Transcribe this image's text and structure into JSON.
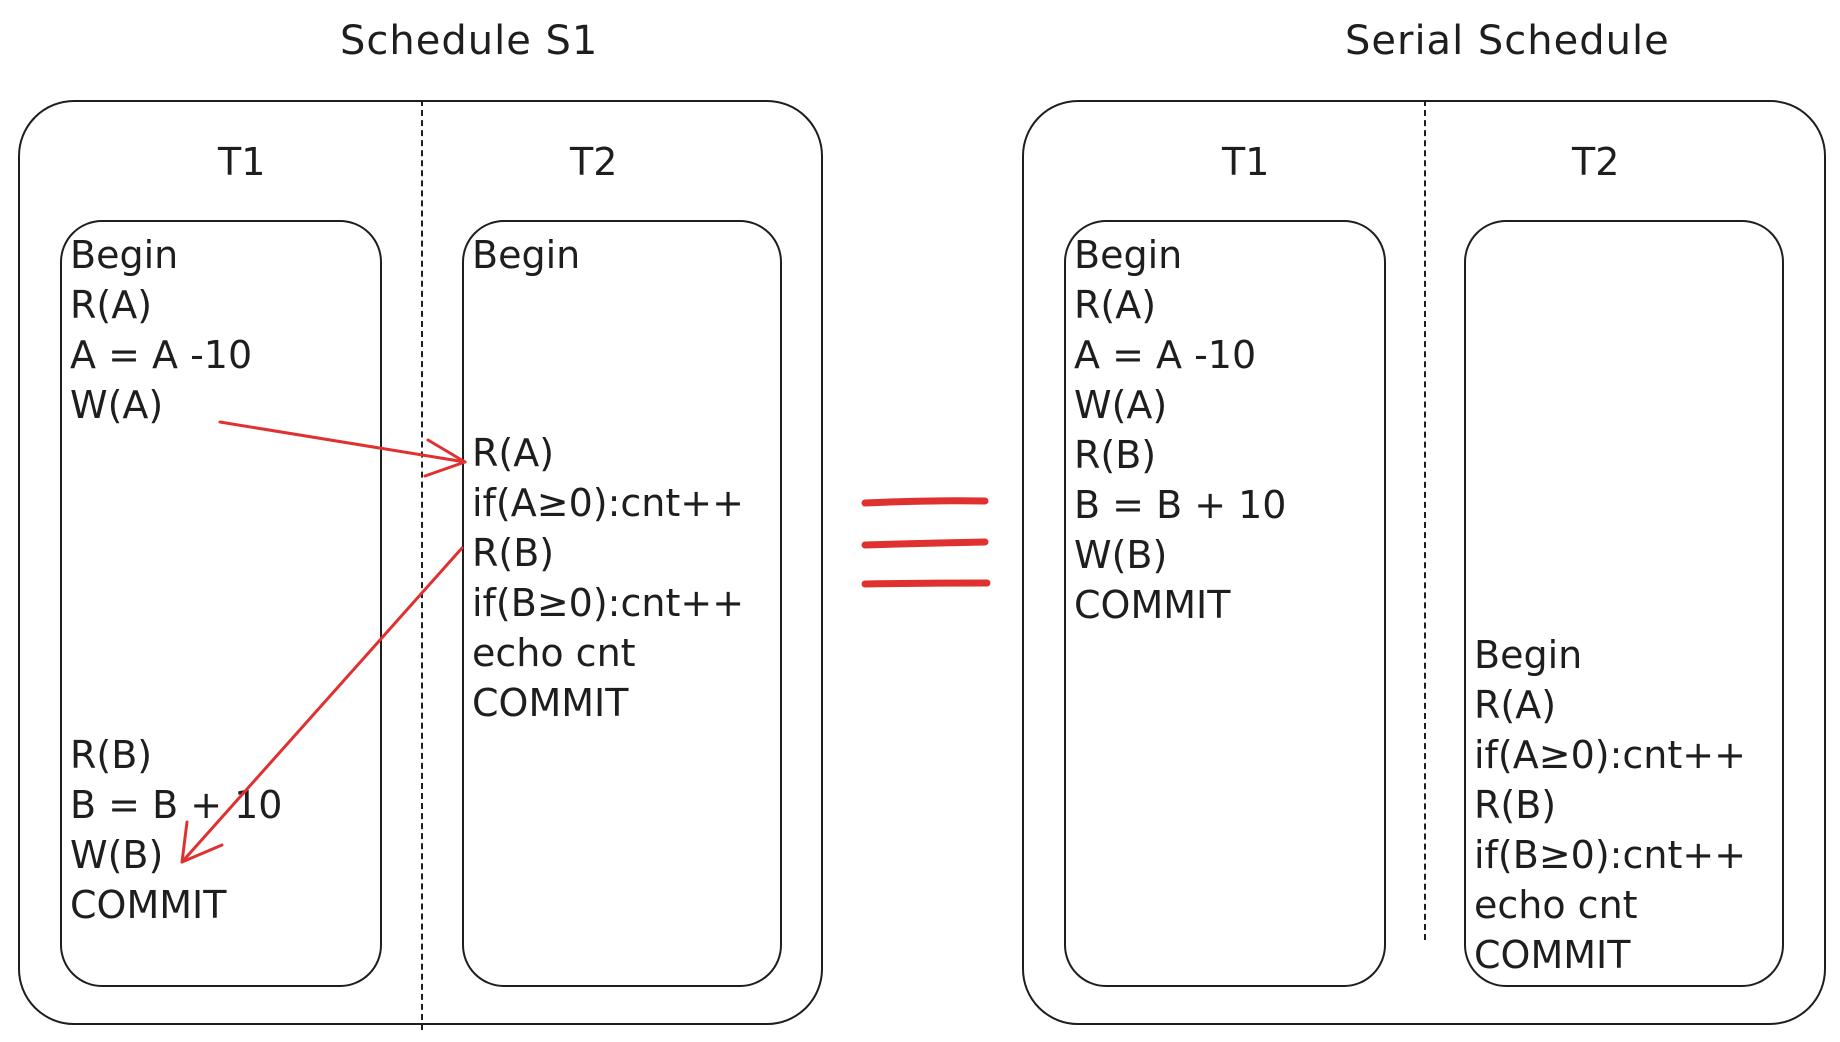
{
  "left": {
    "title": "Schedule S1",
    "t1_header": "T1",
    "t2_header": "T2",
    "t1_top": [
      "Begin",
      "R(A)",
      "A = A -10",
      "W(A)"
    ],
    "t1_bottom": [
      "R(B)",
      "B = B + 10",
      "W(B)",
      "COMMIT"
    ],
    "t2_top": [
      "Begin"
    ],
    "t2_bottom": [
      "R(A)",
      "if(A≥0):cnt++",
      "R(B)",
      "if(B≥0):cnt++",
      "echo cnt",
      "COMMIT"
    ]
  },
  "equals_color": "#e03131",
  "arrow_color": "#e03131",
  "right": {
    "title": "Serial Schedule",
    "t1_header": "T1",
    "t2_header": "T2",
    "t1_lines": [
      "Begin",
      "R(A)",
      "A = A -10",
      "W(A)",
      "R(B)",
      "B = B + 10",
      "W(B)",
      "COMMIT"
    ],
    "t2_lines": [
      "Begin",
      "R(A)",
      "if(A≥0):cnt++",
      "R(B)",
      "if(B≥0):cnt++",
      "echo cnt",
      "COMMIT"
    ]
  }
}
